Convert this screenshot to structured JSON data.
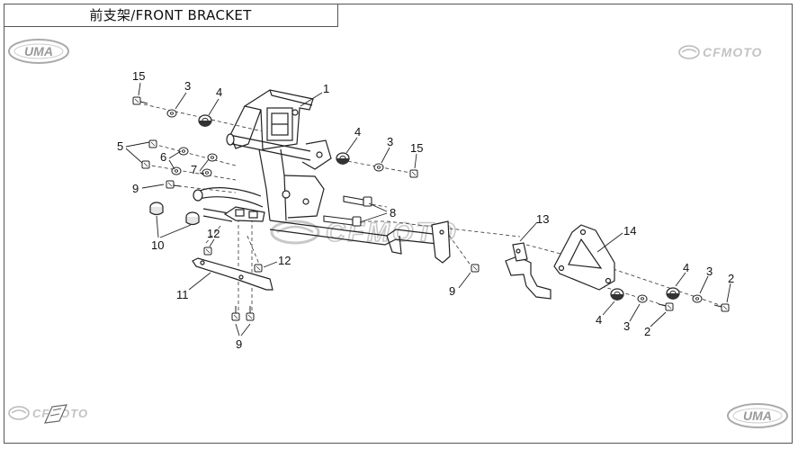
{
  "title": "前支架/FRONT BRACKET",
  "brands": {
    "uma": "UMA",
    "cfmoto": "CFMOTO"
  },
  "callouts": [
    {
      "id": "c15a",
      "text": "15"
    },
    {
      "id": "c3a",
      "text": "3"
    },
    {
      "id": "c4a",
      "text": "4"
    },
    {
      "id": "c1",
      "text": "1"
    },
    {
      "id": "c5",
      "text": "5"
    },
    {
      "id": "c6",
      "text": "6"
    },
    {
      "id": "c7",
      "text": "7"
    },
    {
      "id": "c9a",
      "text": "9"
    },
    {
      "id": "c4b",
      "text": "4"
    },
    {
      "id": "c3b",
      "text": "3"
    },
    {
      "id": "c15b",
      "text": "15"
    },
    {
      "id": "c8",
      "text": "8"
    },
    {
      "id": "c10",
      "text": "10"
    },
    {
      "id": "c12a",
      "text": "12"
    },
    {
      "id": "c12b",
      "text": "12"
    },
    {
      "id": "c11",
      "text": "11"
    },
    {
      "id": "c9b",
      "text": "9"
    },
    {
      "id": "c13",
      "text": "13"
    },
    {
      "id": "c9c",
      "text": "9"
    },
    {
      "id": "c14",
      "text": "14"
    },
    {
      "id": "c4c",
      "text": "4"
    },
    {
      "id": "c3c",
      "text": "3"
    },
    {
      "id": "c2a",
      "text": "2"
    },
    {
      "id": "c4d",
      "text": "4"
    },
    {
      "id": "c3d",
      "text": "3"
    },
    {
      "id": "c2b",
      "text": "2"
    }
  ]
}
